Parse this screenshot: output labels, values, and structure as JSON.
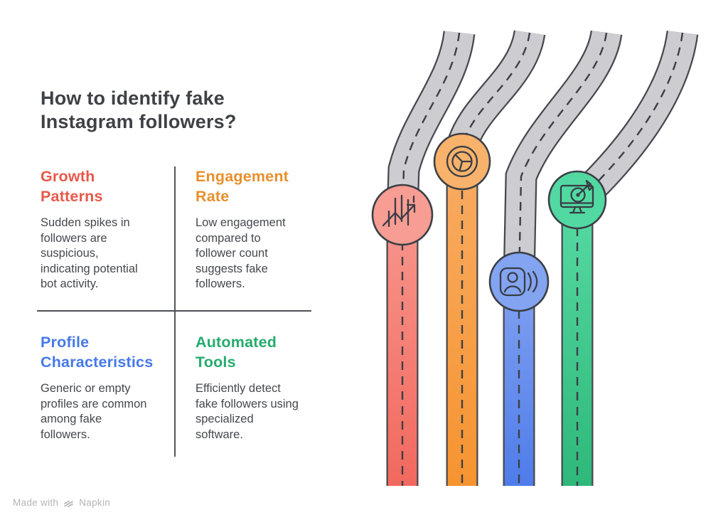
{
  "title": "How to identify fake\nInstagram followers?",
  "sections": [
    {
      "heading": "Growth\nPatterns",
      "body": "Sudden spikes in\nfollowers are\nsuspicious,\nindicating potential\nbot activity.",
      "accent": "#e8594a",
      "icon": "trend-chart-icon"
    },
    {
      "heading": "Engagement\nRate",
      "body": "Low engagement\ncompared to\nfollower count\nsuggests fake\nfollowers.",
      "accent": "#e88f2c",
      "icon": "pie-chart-icon"
    },
    {
      "heading": "Profile\nCharacteristics",
      "body": "Generic or empty\nprofiles are common\namong fake\nfollowers.",
      "accent": "#4679e8",
      "icon": "profile-icon"
    },
    {
      "heading": "Automated\nTools",
      "body": "Efficiently detect\nfake followers using\nspecialized\nsoftware.",
      "accent": "#27ab6e",
      "icon": "monitor-target-icon"
    }
  ],
  "roadmap": {
    "road_gray": "#cdccd1",
    "road_outline": "#47484e",
    "dash_color": "#3c4046",
    "icon_stroke": "#383d44",
    "bars": [
      {
        "name": "growth-patterns-road",
        "top": "#f7968c",
        "bottom": "#f2685e",
        "circle": "#f79d93"
      },
      {
        "name": "engagement-rate-road",
        "top": "#f8ab62",
        "bottom": "#f69430",
        "circle": "#f8b26c"
      },
      {
        "name": "profile-characteristics-road",
        "top": "#81a1f1",
        "bottom": "#4e7ce9",
        "circle": "#83a4f1"
      },
      {
        "name": "automated-tools-road",
        "top": "#57daa4",
        "bottom": "#2eb87a",
        "circle": "#52d9a2"
      }
    ]
  },
  "footer": {
    "made_with": "Made with",
    "brand": "Napkin",
    "color": "#b5b5b9"
  }
}
